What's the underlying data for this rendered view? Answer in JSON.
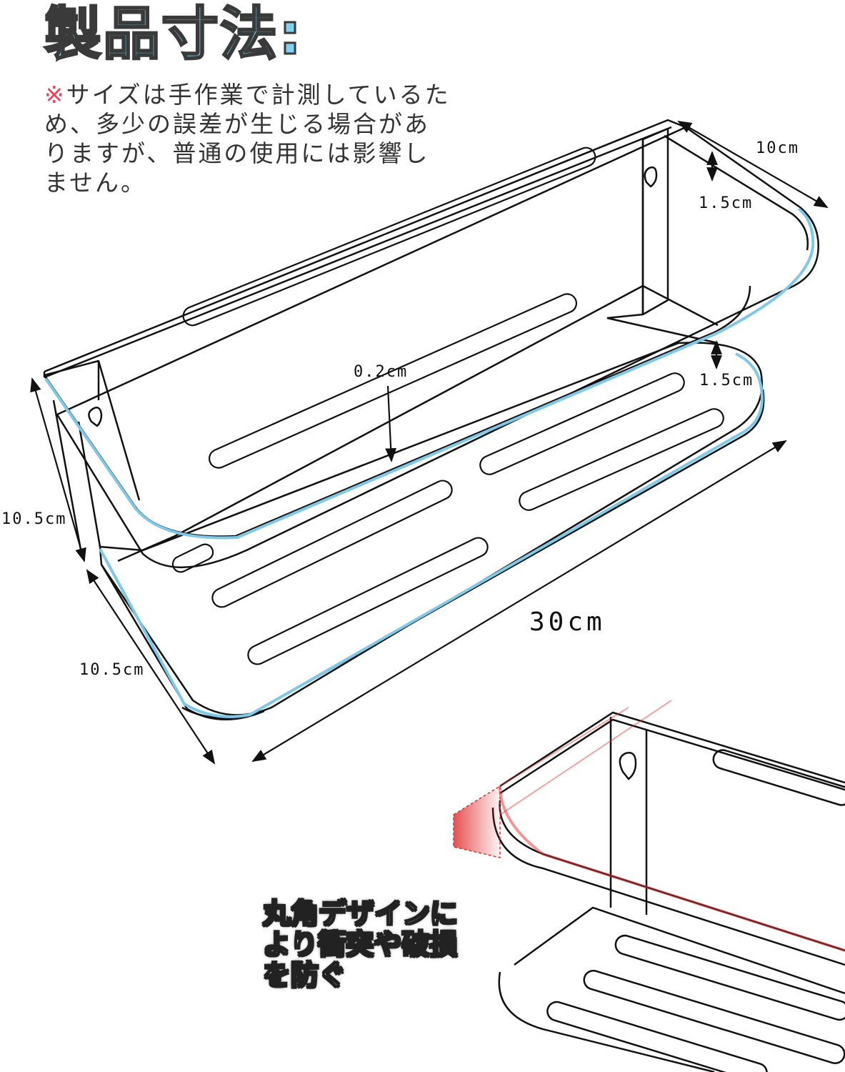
{
  "title": "製品寸法:",
  "note": {
    "mark": "※",
    "text": "サイズは手作業で計測しているため、多少の誤差が生じる場合がありますが、普通の使用には影響しません。"
  },
  "dimensions": {
    "depth_top": "10cm",
    "rim_height_top": "1.5cm",
    "rim_height_bottom": "1.5cm",
    "thickness": "0.2cm",
    "height": "10.5cm",
    "depth": "10.5cm",
    "width": "30cm"
  },
  "caption": "丸角デザインにより衝突や破損を防ぐ",
  "colors": {
    "edge_highlight": "#7fc8e6",
    "red_highlight": "#e23232",
    "title_fill": "#7fd2ef"
  }
}
